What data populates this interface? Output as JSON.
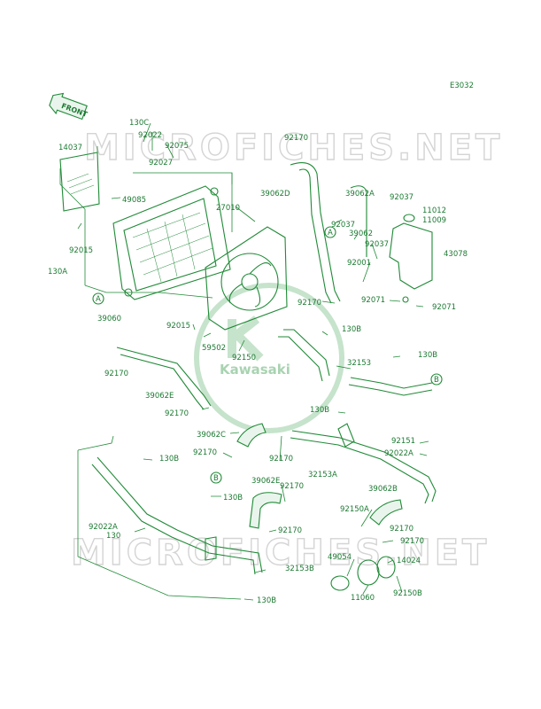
{
  "diagram_code": "E3032",
  "front_badge": "FRONT",
  "watermark": "MICROFICHES.NET",
  "brand_logo_text": "Kawasaki",
  "part_labels": {
    "p130c": "130C",
    "p92022": "92022",
    "p92075": "92075",
    "p14037": "14037",
    "p92027": "92027",
    "p92170a": "92170",
    "p39062d": "39062D",
    "p39062a": "39062A",
    "p92037a": "92037",
    "p11012": "11012",
    "p11009": "11009",
    "p49085": "49085",
    "p27010": "27010",
    "p92037b": "92037",
    "p39062": "39062",
    "p92037c": "92037",
    "p43078": "43078",
    "p92015a": "92015",
    "p130a": "130A",
    "p92001": "92001",
    "p39060": "39060",
    "p92071a": "92071",
    "p92071b": "92071",
    "p92170b": "92170",
    "p92015b": "92015",
    "p130b1": "130B",
    "p59502": "59502",
    "p92150": "92150",
    "p130b2": "130B",
    "p92170c": "92170",
    "p32153": "32153",
    "p39062e1": "39062E",
    "p92170d": "92170",
    "p130b3": "130B",
    "p39062c": "39062C",
    "p92151": "92151",
    "p92022a1": "92022A",
    "p92170e": "92170",
    "p92170f": "92170",
    "p130b4": "130B",
    "p32153a": "32153A",
    "p39062e2": "39062E",
    "p92170g": "92170",
    "p39062b": "39062B",
    "p130b5": "130B",
    "p92150a": "92150A",
    "p92022a2": "92022A",
    "p130": "130",
    "p92170h": "92170",
    "p92170i": "92170",
    "p92170j": "92170",
    "p49054": "49054",
    "p14024": "14024",
    "p32153b": "32153B",
    "p11060": "11060",
    "p92150b": "92150B",
    "p130b6": "130B"
  },
  "callouts": {
    "a1": "A",
    "a2": "A",
    "b1": "B",
    "b2": "B"
  },
  "colors": {
    "line": "#1f8a36",
    "text": "#1c7a32",
    "watermark": "#d4d4d4"
  }
}
